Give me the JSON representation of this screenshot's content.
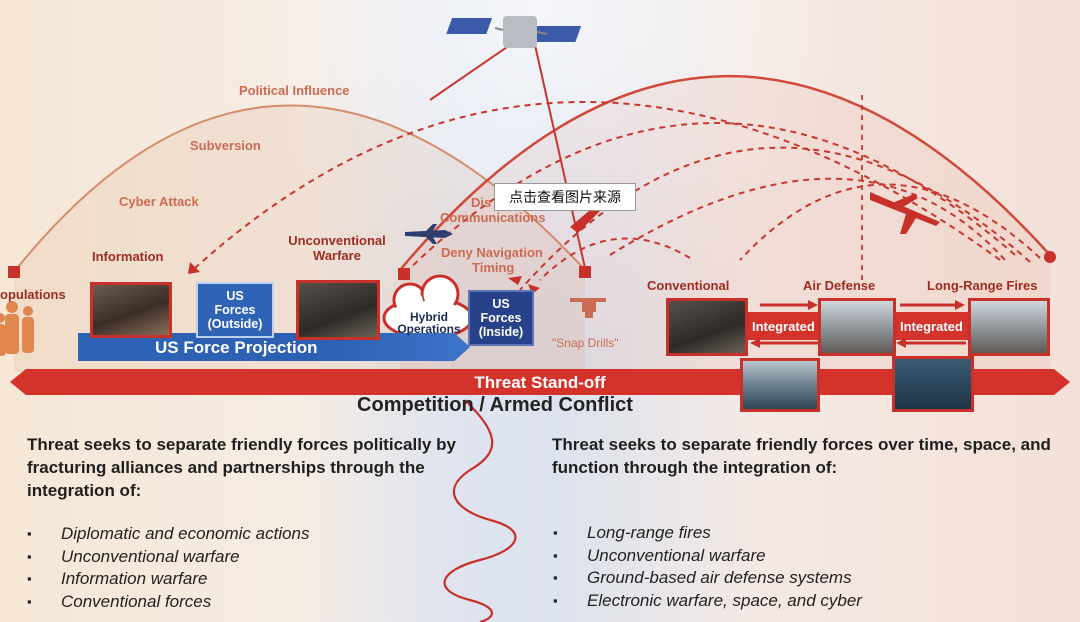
{
  "labels": {
    "political_influence": "Political Influence",
    "subversion": "Subversion",
    "cyber_attack": "Cyber Attack",
    "information": "Information",
    "populations": "opulations",
    "unconventional_warfare": "Unconventional Warfare",
    "communications": "Communications",
    "disrupt": "Dis",
    "deny_navigation": "Deny Navigation",
    "timing": "Timing",
    "hybrid_operations_line1": "Hybrid",
    "hybrid_operations_line2": "Operations",
    "us_forces_outside": [
      "US",
      "Forces",
      "(Outside)"
    ],
    "us_forces_inside": [
      "US",
      "Forces",
      "(Inside)"
    ],
    "us_force_projection": "US Force Projection",
    "snap_drills": "\"Snap Drills\"",
    "conventional": "Conventional",
    "air_defense": "Air Defense",
    "long_range_fires": "Long-Range Fires",
    "integrated_1": "Integrated",
    "integrated_2": "Integrated",
    "threat_standoff": "Threat Stand-off",
    "competition": "Competition / Armed Conflict"
  },
  "tooltip": "点击查看图片来源",
  "left_column": {
    "lead": "Threat seeks to separate friendly forces politically by fracturing alliances and partnerships through the integration of:",
    "items": [
      "Diplomatic and economic actions",
      "Unconventional warfare",
      "Information warfare",
      "Conventional forces"
    ]
  },
  "right_column": {
    "lead": "Threat seeks to separate friendly forces over time, space, and function through the integration of:",
    "items": [
      "Long-range fires",
      "Unconventional warfare",
      "Ground-based air defense systems",
      "Electronic warfare, space, and cyber"
    ]
  },
  "colors": {
    "threat_red": "#d4332b",
    "us_blue": "#2f63b5",
    "arc_soft": "#d07b5c"
  }
}
